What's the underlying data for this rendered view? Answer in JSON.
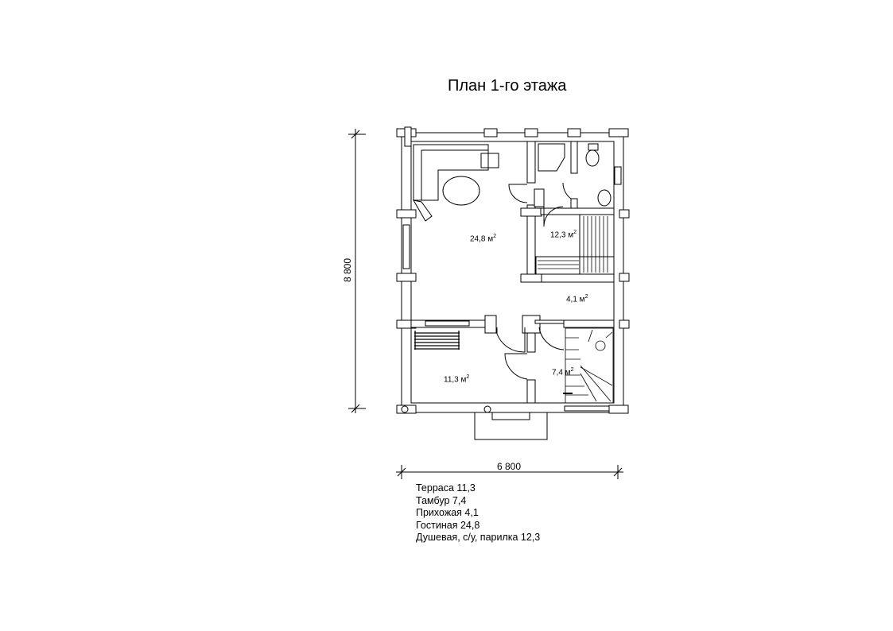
{
  "title": "План 1-го этажа",
  "dimensions": {
    "width": "6 800",
    "height": "8 800"
  },
  "rooms": [
    {
      "name": "living",
      "area": "24,8 м",
      "sup": "2"
    },
    {
      "name": "bath",
      "area": "12,3 м",
      "sup": "2"
    },
    {
      "name": "hall",
      "area": "4,1 м",
      "sup": "2"
    },
    {
      "name": "terrace",
      "area": "11,3 м",
      "sup": "2"
    },
    {
      "name": "vestibule",
      "area": "7,4 м",
      "sup": "2"
    }
  ],
  "legend": [
    "Терраса 11,3",
    "Тамбур 7,4",
    "Прихожая 4,1",
    "Гостиная 24,8",
    "Душевая, с/у, парилка 12,3"
  ]
}
